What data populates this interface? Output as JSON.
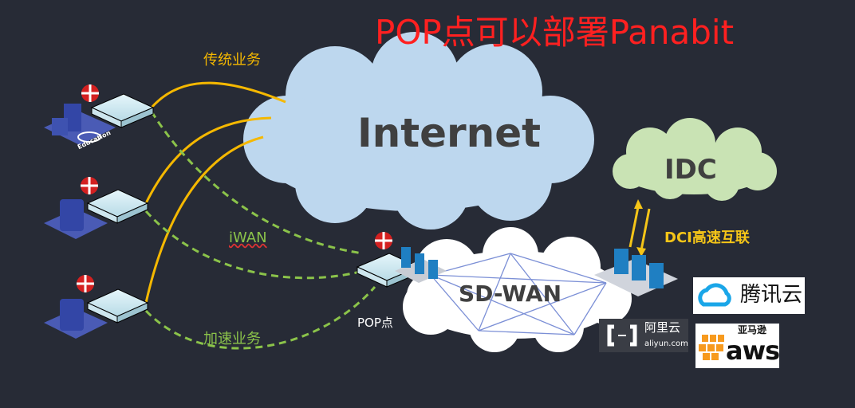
{
  "title": "POP点可以部署Panabit",
  "clouds": {
    "internet": "Internet",
    "idc": "IDC",
    "sdwan": "SD-WAN"
  },
  "labels": {
    "traditional": "传统业务",
    "iwan": "iWAN",
    "accelerated": "加速业务",
    "pop": "POP点",
    "dci": "DCI高速互联",
    "education": "Education"
  },
  "logos": {
    "tencent": "腾讯云",
    "aliyun_cn": "阿里云",
    "aliyun_en": "aliyun.com",
    "aws_cn": "亚马逊",
    "aws": "aws"
  },
  "colors": {
    "background": "#272b36",
    "title": "#ff2020",
    "traditional_line": "#f5b800",
    "iwan_line": "#8bc34a",
    "internet_cloud": "#bdd7ee",
    "idc_cloud": "#c9e3b4",
    "sdwan_cloud": "#ffffff",
    "mesh": "#7b8fd6"
  }
}
